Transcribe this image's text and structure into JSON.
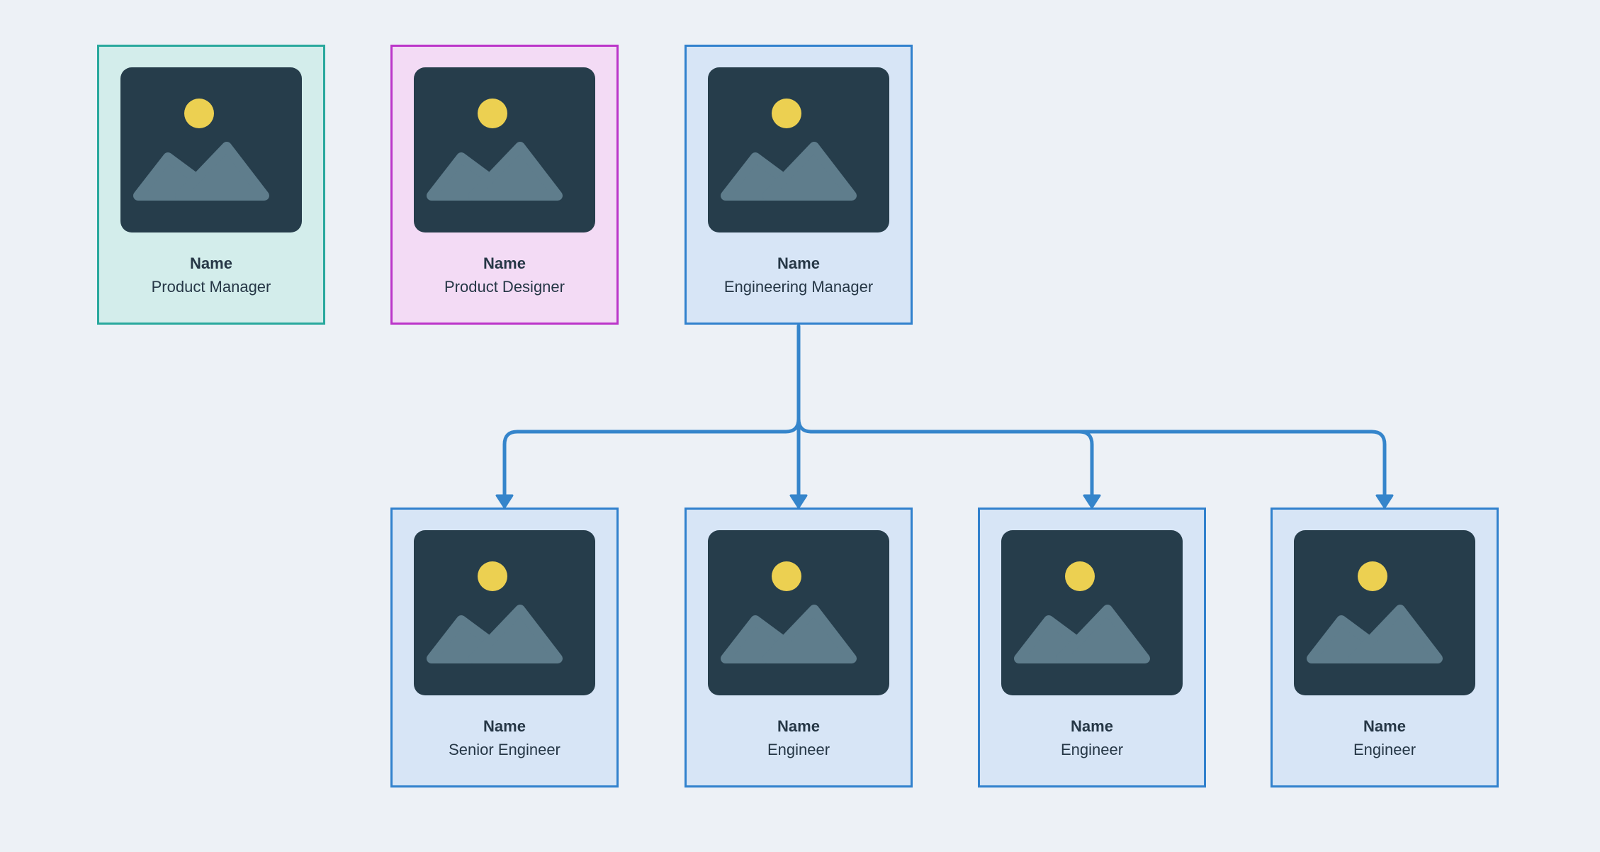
{
  "page": {
    "background_color": "#edf1f6",
    "type": "org-chart-diagram"
  },
  "themes": {
    "teal": {
      "border": "#29a89d",
      "background": "#d3edeb"
    },
    "pink": {
      "border": "#bb35c9",
      "background": "#f3dbf5"
    },
    "blue": {
      "border": "#3181cd",
      "background": "#d7e5f6"
    }
  },
  "placeholder_icon": {
    "name": "image-placeholder-icon",
    "background": "#263d4b",
    "sun_color": "#ecd051",
    "mountain_color": "#5f7d8c"
  },
  "connector": {
    "color": "#3585cb",
    "style": "rounded-elbow-with-arrowheads"
  },
  "hierarchy": {
    "parent": "engineering-manager",
    "children": [
      "senior-engineer",
      "engineer-1",
      "engineer-2",
      "engineer-3"
    ]
  },
  "cards": [
    {
      "id": "product-manager",
      "name": "Name",
      "role": "Product Manager",
      "theme": "teal"
    },
    {
      "id": "product-designer",
      "name": "Name",
      "role": "Product Designer",
      "theme": "pink"
    },
    {
      "id": "engineering-manager",
      "name": "Name",
      "role": "Engineering Manager",
      "theme": "blue"
    },
    {
      "id": "senior-engineer",
      "name": "Name",
      "role": "Senior Engineer",
      "theme": "blue"
    },
    {
      "id": "engineer-1",
      "name": "Name",
      "role": "Engineer",
      "theme": "blue"
    },
    {
      "id": "engineer-2",
      "name": "Name",
      "role": "Engineer",
      "theme": "blue"
    },
    {
      "id": "engineer-3",
      "name": "Name",
      "role": "Engineer",
      "theme": "blue"
    }
  ]
}
